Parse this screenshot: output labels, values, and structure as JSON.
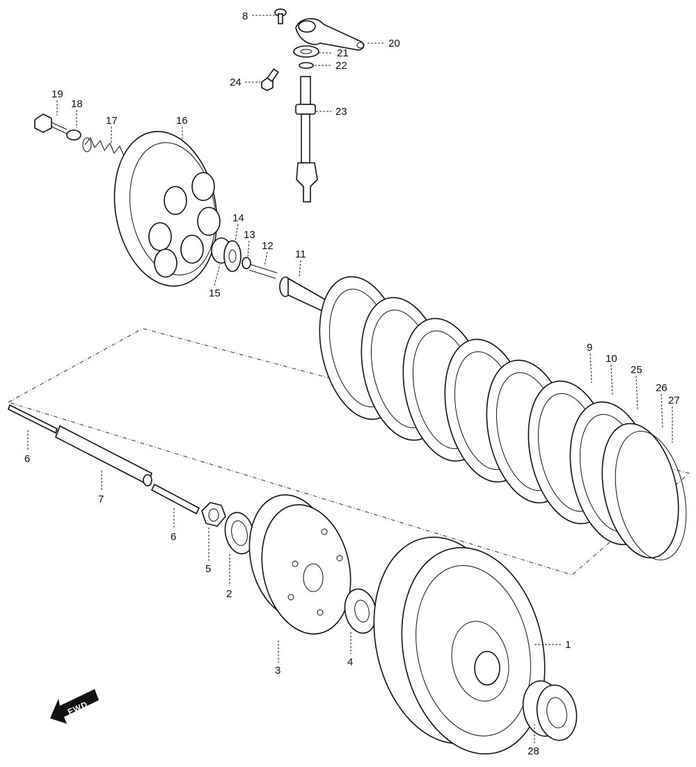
{
  "diagram": {
    "direction_badge": "FWD",
    "parts": [
      {
        "id": "p1",
        "label": "1"
      },
      {
        "id": "p2",
        "label": "2"
      },
      {
        "id": "p3",
        "label": "3"
      },
      {
        "id": "p4",
        "label": "4"
      },
      {
        "id": "p5",
        "label": "5"
      },
      {
        "id": "p6a",
        "label": "6"
      },
      {
        "id": "p6b",
        "label": "6"
      },
      {
        "id": "p7",
        "label": "7"
      },
      {
        "id": "p8",
        "label": "8"
      },
      {
        "id": "p9",
        "label": "9"
      },
      {
        "id": "p10",
        "label": "10"
      },
      {
        "id": "p11",
        "label": "11"
      },
      {
        "id": "p12",
        "label": "12"
      },
      {
        "id": "p13",
        "label": "13"
      },
      {
        "id": "p14",
        "label": "14"
      },
      {
        "id": "p15",
        "label": "15"
      },
      {
        "id": "p16",
        "label": "16"
      },
      {
        "id": "p17",
        "label": "17"
      },
      {
        "id": "p18",
        "label": "18"
      },
      {
        "id": "p19",
        "label": "19"
      },
      {
        "id": "p20",
        "label": "20"
      },
      {
        "id": "p21",
        "label": "21"
      },
      {
        "id": "p22",
        "label": "22"
      },
      {
        "id": "p23",
        "label": "23"
      },
      {
        "id": "p24",
        "label": "24"
      },
      {
        "id": "p25",
        "label": "25"
      },
      {
        "id": "p26",
        "label": "26"
      },
      {
        "id": "p27",
        "label": "27"
      },
      {
        "id": "p28",
        "label": "28"
      }
    ]
  }
}
